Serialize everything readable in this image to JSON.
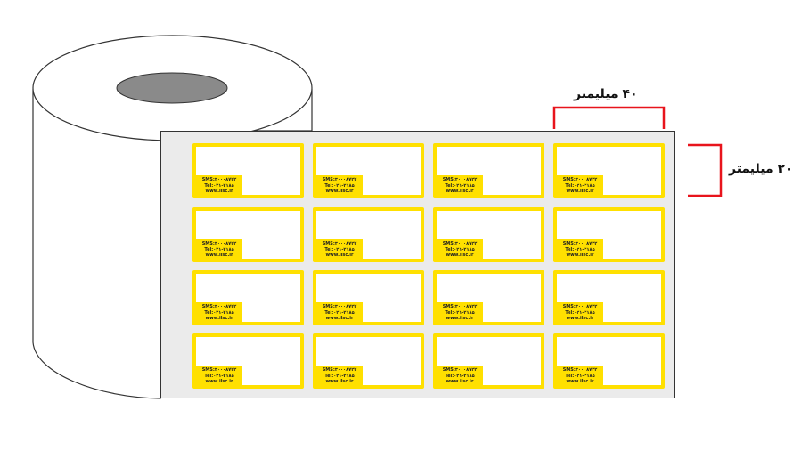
{
  "dimensions": {
    "width_label": "۴۰ میلیمتر",
    "height_label": "۲۰ میلیمتر"
  },
  "label_template": {
    "sms": "SMS:۳۰۰۰۸۷۲۲",
    "tel": "Tel:۰۲۱-۲۱۸۵",
    "web": "www.ilsc.ir"
  },
  "grid": {
    "rows": 4,
    "columns": 4
  },
  "colors": {
    "label_border": "#ffe000",
    "dimension_bracket": "#e8141c",
    "sheet": "#ebebeb"
  }
}
